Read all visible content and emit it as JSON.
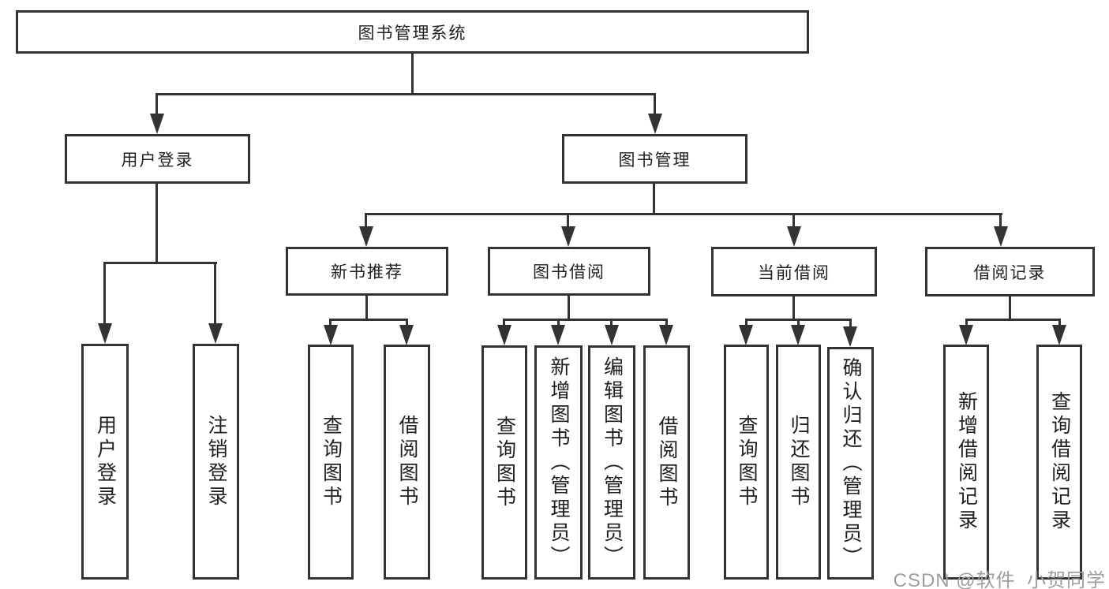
{
  "tree": {
    "label": "图书管理系统",
    "children": [
      {
        "label": "用户登录",
        "children": [
          {
            "label": "用户登录"
          },
          {
            "label": "注销登录"
          }
        ]
      },
      {
        "label": "图书管理",
        "children": [
          {
            "label": "新书推荐",
            "children": [
              {
                "label": "查询图书"
              },
              {
                "label": "借阅图书"
              }
            ]
          },
          {
            "label": "图书借阅",
            "children": [
              {
                "label": "查询图书"
              },
              {
                "label": "新增图书（管理员）"
              },
              {
                "label": "编辑图书（管理员）"
              },
              {
                "label": "借阅图书"
              }
            ]
          },
          {
            "label": "当前借阅",
            "children": [
              {
                "label": "查询图书"
              },
              {
                "label": "归还图书"
              },
              {
                "label": "确认归还（管理员）"
              }
            ]
          },
          {
            "label": "借阅记录",
            "children": [
              {
                "label": "新增借阅记录"
              },
              {
                "label": "查询借阅记录"
              }
            ]
          }
        ]
      }
    ]
  },
  "watermark": {
    "text": "CSDN @软件_小贺同学"
  },
  "colors": {
    "line": "#333333",
    "box_border": "#333333",
    "text": "#1f1f1f",
    "background": "#ffffff",
    "watermark": "#9e9e9e"
  }
}
